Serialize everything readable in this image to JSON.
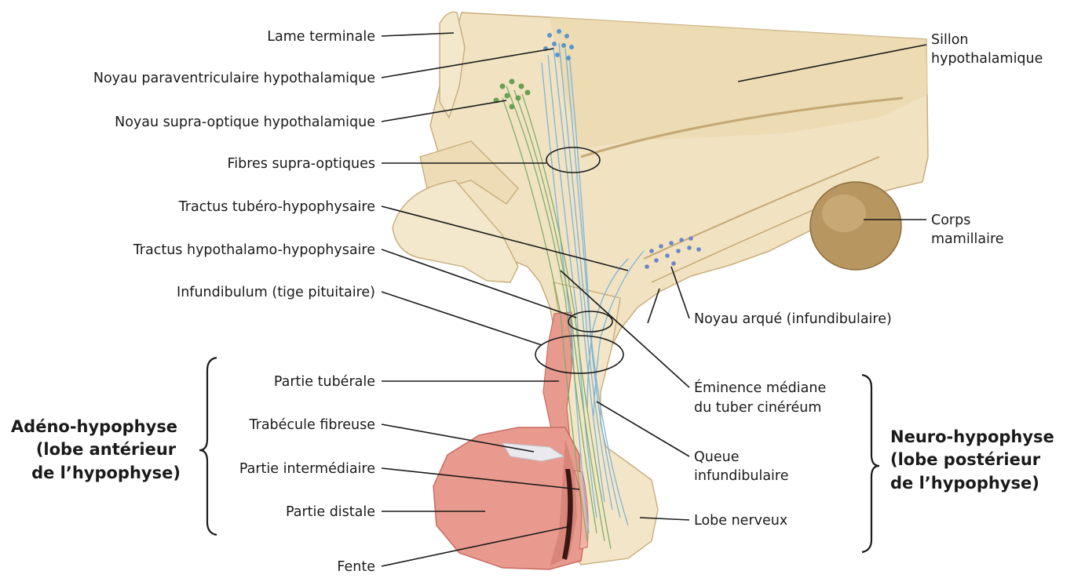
{
  "colors": {
    "hypothalamus": "#f1e3c2",
    "hypothalamus_shadow": "#d9c59a",
    "adenohypophysis": "#e99a8e",
    "adenohypophysis_dark": "#c8645b",
    "neurohypophysis": "#f3e6c8",
    "mamillary_body": "#b39159",
    "fibers_blue": "#7fb3d8",
    "fibers_green": "#7fae6a"
  },
  "labels": {
    "lame_terminale": "Lame terminale",
    "noyau_paraventriculaire": "Noyau paraventriculaire hypothalamique",
    "noyau_supra_optique": "Noyau supra-optique hypothalamique",
    "fibres_supra_optiques": "Fibres supra-optiques",
    "tractus_tubero": "Tractus tubéro-hypophysaire",
    "tractus_hypothalamo": "Tractus hypothalamo-hypophysaire",
    "infundibulum": "Infundibulum (tige pituitaire)",
    "partie_tuberale": "Partie tubérale",
    "trabecule": "Trabécule fibreuse",
    "partie_intermediaire": "Partie intermédiaire",
    "partie_distale": "Partie distale",
    "fente": "Fente",
    "sillon_1": "Sillon",
    "sillon_2": "hypothalamique",
    "corps_1": "Corps",
    "corps_2": "mamillaire",
    "noyau_arque": "Noyau arqué (infundibulaire)",
    "eminence_1": "Éminence médiane",
    "eminence_2": "du tuber cinéréum",
    "queue_1": "Queue",
    "queue_2": "infundibulaire",
    "lobe_nerveux": "Lobe nerveux"
  },
  "groups": {
    "adeno_1": "Adéno-hypophyse",
    "adeno_2": "(lobe antérieur",
    "adeno_3": "de l’hypophyse)",
    "neuro_1": "Neuro-hypophyse",
    "neuro_2": "(lobe postérieur",
    "neuro_3": "de l’hypophyse)"
  }
}
